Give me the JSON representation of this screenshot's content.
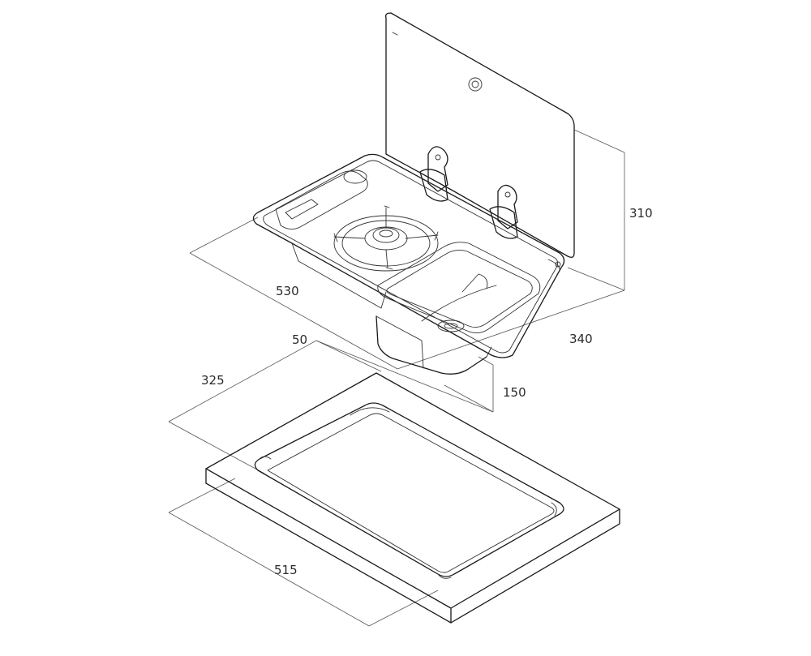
{
  "dimensions": {
    "width_top": "530",
    "depth_top": "340",
    "height_lid": "310",
    "depth_basin": "150",
    "offset_cutout": "50",
    "cutout_depth": "325",
    "cutout_width": "515"
  },
  "colors": {
    "stroke": "#1a1a1a",
    "dimension_line": "#555555",
    "background": "#ffffff"
  }
}
